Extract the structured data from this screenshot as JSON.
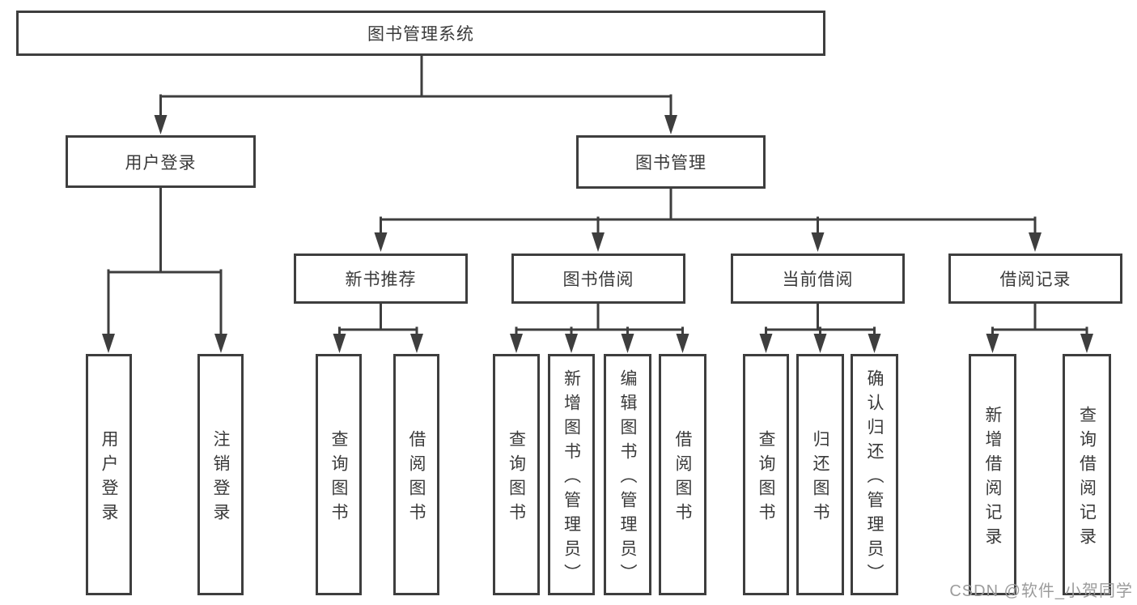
{
  "structure": {
    "root": "图书管理系统",
    "children": [
      {
        "label": "用户登录",
        "children": [
          "用户登录",
          "注销登录"
        ]
      },
      {
        "label": "图书管理",
        "children": [
          {
            "label": "新书推荐",
            "children": [
              "查询图书",
              "借阅图书"
            ]
          },
          {
            "label": "图书借阅",
            "children": [
              "查询图书",
              "新增图书（管理员）",
              "编辑图书（管理员）",
              "借阅图书"
            ]
          },
          {
            "label": "当前借阅",
            "children": [
              "查询图书",
              "归还图书",
              "确认归还（管理员）"
            ]
          },
          {
            "label": "借阅记录",
            "children": [
              "新增借阅记录",
              "查询借阅记录"
            ]
          }
        ]
      }
    ]
  },
  "watermark": "CSDN @软件_小贺同学",
  "colors": {
    "line": "#3e3e3e",
    "text": "#3a3a3a",
    "watermark_text": "#9c9c9c",
    "background": "#ffffff"
  }
}
